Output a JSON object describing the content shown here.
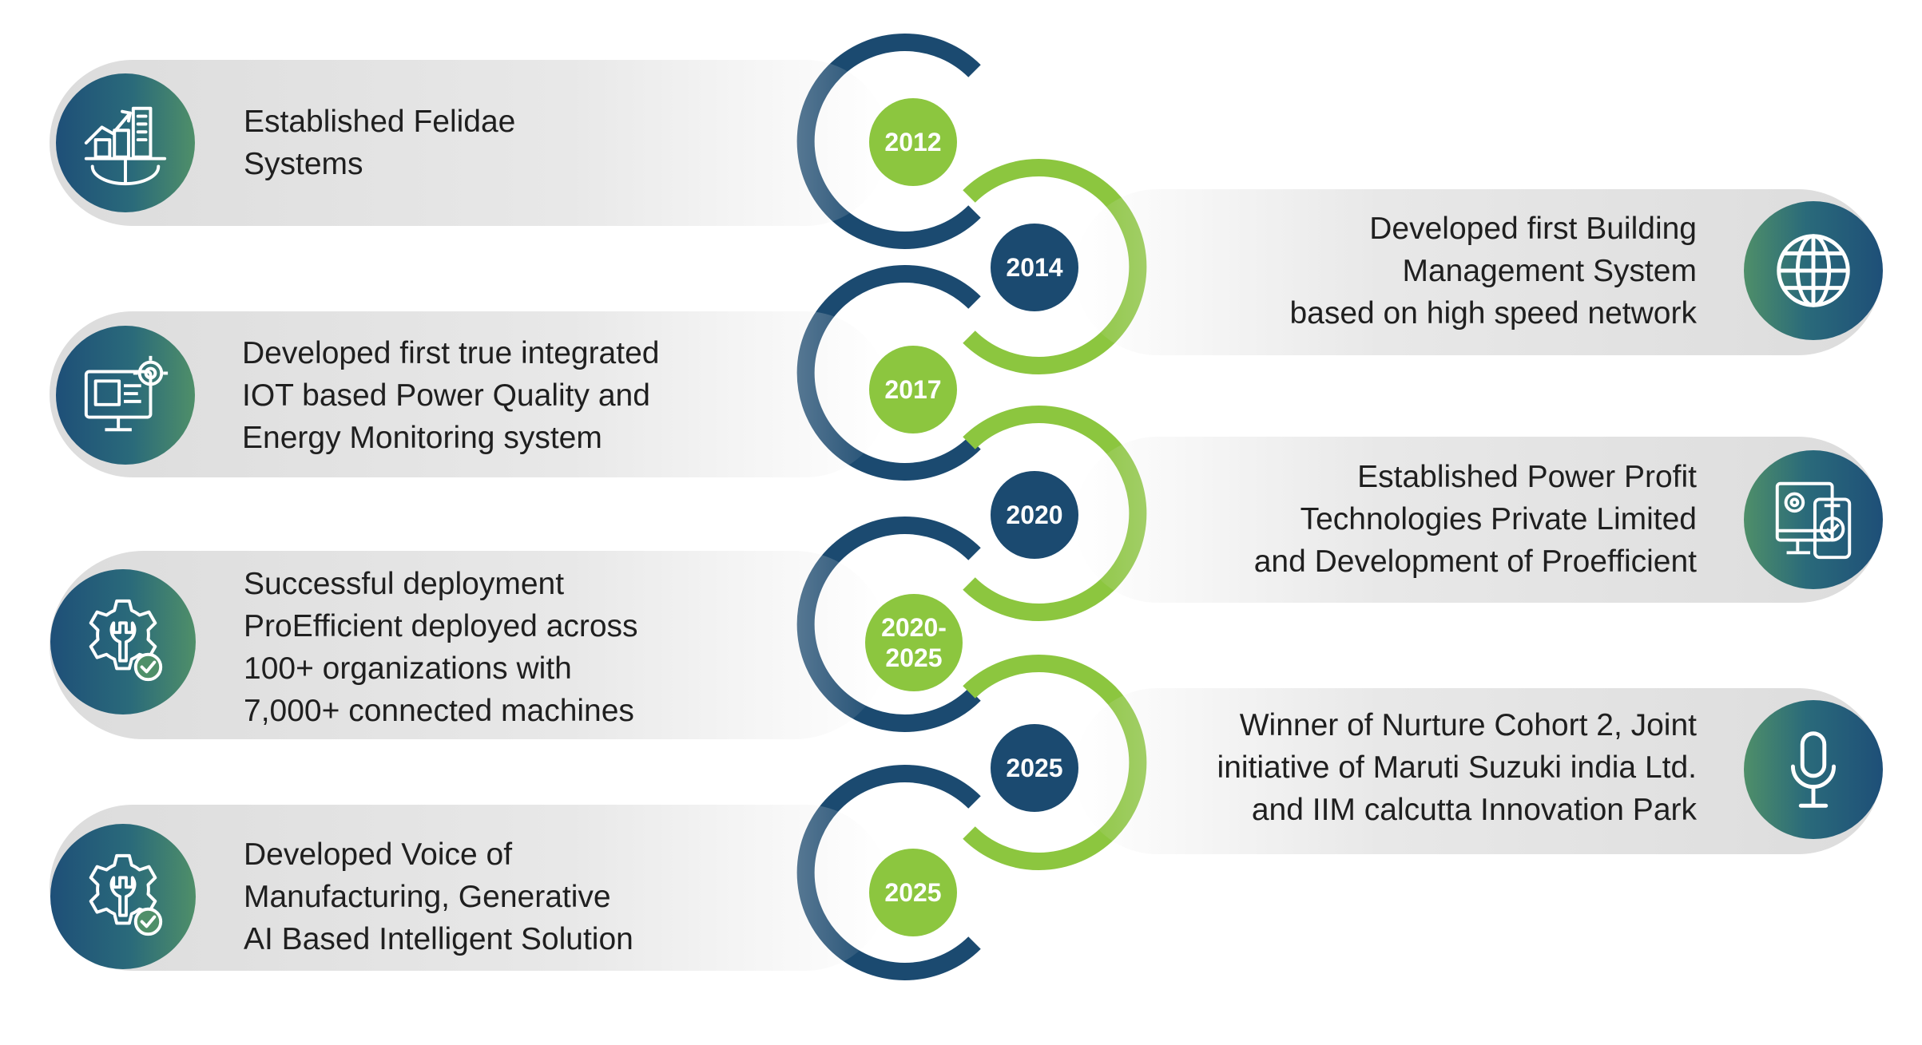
{
  "colors": {
    "navy": "#1b4a70",
    "green": "#8cc63f",
    "text": "#1f1f1f",
    "pill": "#e3e3e3"
  },
  "timeline": [
    {
      "year": "2012",
      "side": "left",
      "icon": "growth-chart-icon",
      "text": "Established Felidae\nSystems"
    },
    {
      "year": "2014",
      "side": "right",
      "icon": "globe-icon",
      "text": "Developed first Building\nManagement System\nbased on high speed network"
    },
    {
      "year": "2017",
      "side": "left",
      "icon": "monitor-gear-icon",
      "text": "Developed first true integrated\nIOT based Power Quality and\nEnergy Monitoring system"
    },
    {
      "year": "2020",
      "side": "right",
      "icon": "devices-gear-icon",
      "text": "Established Power Profit\nTechnologies Private Limited\nand Development of Proefficient"
    },
    {
      "year": "2020-\n2025",
      "side": "left",
      "icon": "gear-wrench-check-icon",
      "text": "Successful deployment\nProEfficient deployed across\n100+ organizations with\n7,000+ connected machines"
    },
    {
      "year": "2025",
      "side": "right",
      "icon": "microphone-icon",
      "text": "Winner of Nurture Cohort 2, Joint\ninitiative of Maruti Suzuki india Ltd.\nand IIM calcutta Innovation Park"
    },
    {
      "year": "2025",
      "side": "left",
      "icon": "gear-wrench-check-icon",
      "text": "Developed Voice of\nManufacturing, Generative\nAI Based Intelligent Solution"
    }
  ]
}
